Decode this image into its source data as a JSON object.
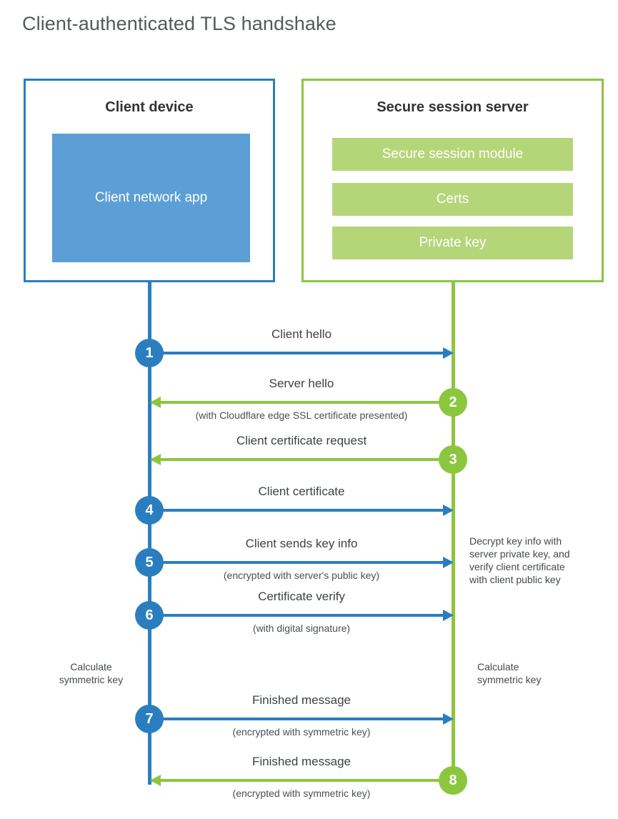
{
  "title": "Client-authenticated TLS handshake",
  "colors": {
    "client_blue": "#2a7ec0",
    "client_app_fill": "#5c9fd6",
    "server_green": "#8cc63f",
    "server_bar_fill": "#b5d678",
    "text_dark": "#3d4246",
    "title_gray": "#555a5e"
  },
  "entities": {
    "client": {
      "title": "Client device",
      "app_label": "Client network app"
    },
    "server": {
      "title": "Secure session server",
      "components": [
        "Secure session module",
        "Certs",
        "Private key"
      ]
    }
  },
  "steps": [
    {
      "number": "1",
      "label": "Client hello",
      "sublabel": "",
      "direction": "client-to-server",
      "origin": "client"
    },
    {
      "number": "2",
      "label": "Server hello",
      "sublabel": "(with Cloudflare edge SSL certificate presented)",
      "direction": "server-to-client",
      "origin": "server"
    },
    {
      "number": "3",
      "label": "Client certificate request",
      "sublabel": "",
      "direction": "server-to-client",
      "origin": "server"
    },
    {
      "number": "4",
      "label": "Client certificate",
      "sublabel": "",
      "direction": "client-to-server",
      "origin": "client"
    },
    {
      "number": "5",
      "label": "Client sends key info",
      "sublabel": "(encrypted with server's public key)",
      "direction": "client-to-server",
      "origin": "client"
    },
    {
      "number": "6",
      "label": "Certificate verify",
      "sublabel": "(with digital signature)",
      "direction": "client-to-server",
      "origin": "client"
    },
    {
      "number": "7",
      "label": "Finished message",
      "sublabel": "(encrypted with symmetric key)",
      "direction": "client-to-server",
      "origin": "client"
    },
    {
      "number": "8",
      "label": "Finished message",
      "sublabel": "(encrypted with symmetric key)",
      "direction": "server-to-client",
      "origin": "server"
    }
  ],
  "notes": {
    "decrypt": {
      "line1": "Decrypt key info with",
      "line2": "server private key, and",
      "line3": "verify client certificate",
      "line4": "with client public key"
    },
    "client_calculate": {
      "line1": "Calculate",
      "line2": "symmetric key"
    },
    "server_calculate": {
      "line1": "Calculate",
      "line2": "symmetric key"
    }
  }
}
